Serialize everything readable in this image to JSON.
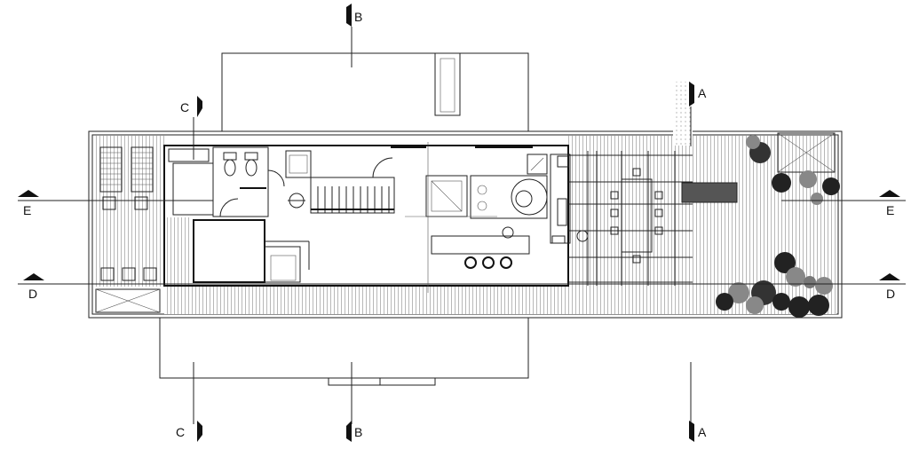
{
  "section_markers": [
    {
      "id": "a-top",
      "label": "A"
    },
    {
      "id": "a-bottom",
      "label": "A"
    },
    {
      "id": "b-top",
      "label": "B"
    },
    {
      "id": "b-bottom",
      "label": "B"
    },
    {
      "id": "c-top",
      "label": "C"
    },
    {
      "id": "c-bottom",
      "label": "C"
    },
    {
      "id": "d-left",
      "label": "D"
    },
    {
      "id": "d-right",
      "label": "D"
    },
    {
      "id": "e-left",
      "label": "E"
    },
    {
      "id": "e-right",
      "label": "E"
    }
  ],
  "colors": {
    "line": "#222222",
    "background": "#ffffff",
    "accent_fixture": "#2a9fd6",
    "dark_fill": "#555555"
  }
}
